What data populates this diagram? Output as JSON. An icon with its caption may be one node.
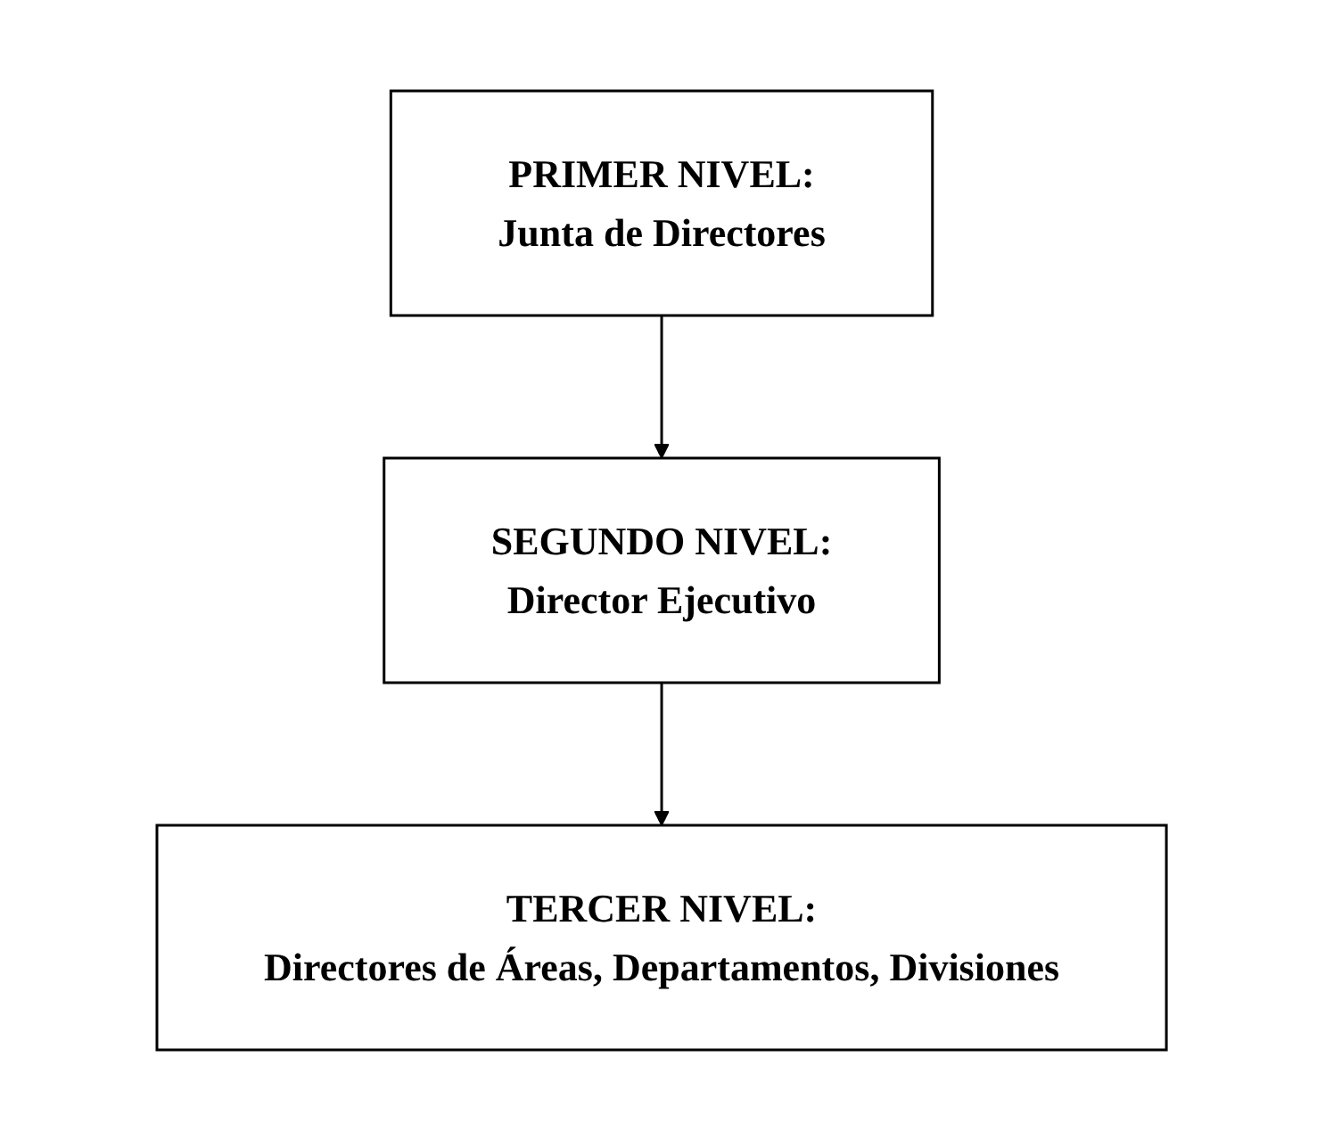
{
  "diagram": {
    "nodes": [
      {
        "text": [
          "PRIMER NIVEL:",
          "Junta de Directores"
        ]
      },
      {
        "text": [
          "SEGUNDO NIVEL:",
          "Director Ejecutivo"
        ]
      },
      {
        "text": [
          "TERCER NIVEL:",
          "Directores de Áreas, Departamentos, Divisiones"
        ]
      }
    ],
    "edges": [
      {
        "from": 0,
        "to": 1,
        "arrow": "to"
      },
      {
        "from": 1,
        "to": 2,
        "arrow": "to"
      }
    ]
  }
}
